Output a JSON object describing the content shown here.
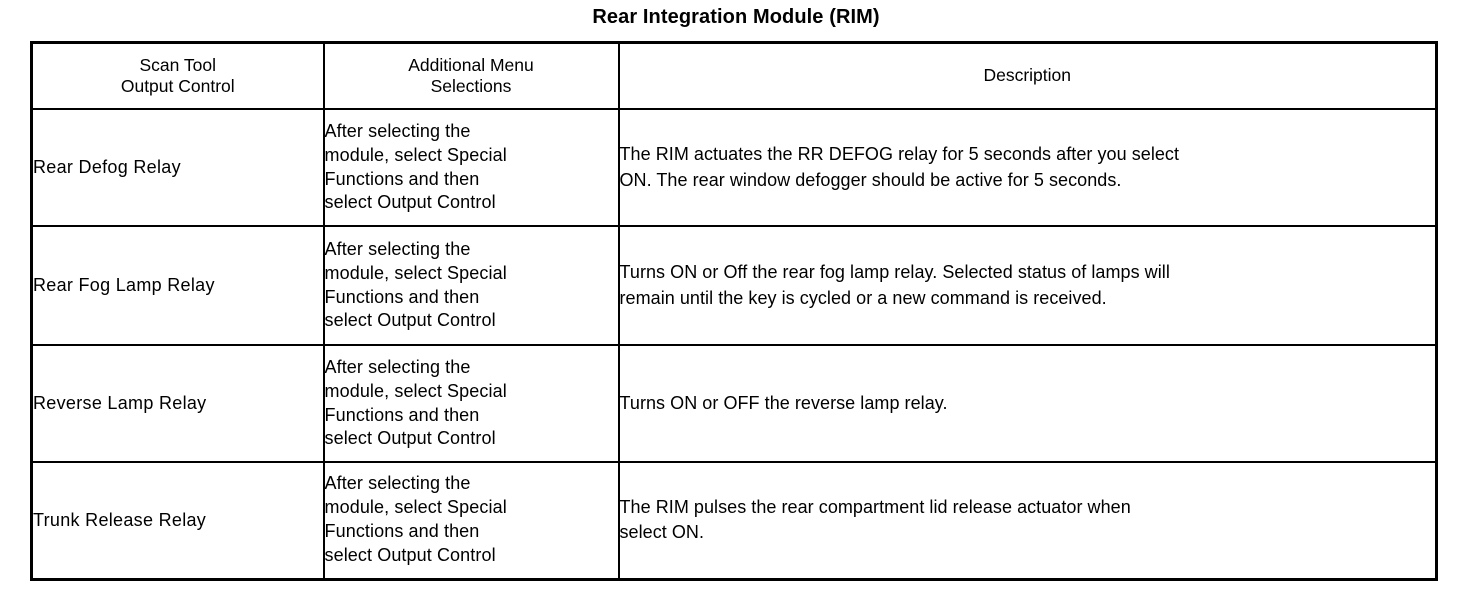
{
  "document": {
    "title": "Rear Integration Module (RIM)"
  },
  "table": {
    "headers": {
      "col1_line1": "Scan Tool",
      "col1_line2": "Output Control",
      "col2_line1": "Additional Menu",
      "col2_line2": "Selections",
      "col3": "Description"
    },
    "menu_selection_lines": {
      "line1": "After selecting the",
      "line2": "module, select Special",
      "line3": "Functions and then",
      "line4": "select Output Control"
    },
    "rows": [
      {
        "control": "Rear Defog Relay",
        "menu_line1": "After selecting the",
        "menu_line2": "module, select Special",
        "menu_line3": "Functions and then",
        "menu_line4": "select Output Control",
        "desc_line1": "The RIM actuates the RR DEFOG relay for 5 seconds after you select",
        "desc_line2": "ON. The rear window defogger should be active for 5 seconds."
      },
      {
        "control": "Rear Fog Lamp Relay",
        "menu_line1": "After selecting the",
        "menu_line2": "module, select Special",
        "menu_line3": "Functions and then",
        "menu_line4": "select Output Control",
        "desc_line1": "Turns ON or Off the rear fog lamp relay. Selected status of lamps will",
        "desc_line2": "remain until the key is cycled or a new command is received."
      },
      {
        "control": "Reverse Lamp Relay",
        "menu_line1": "After selecting the",
        "menu_line2": "module, select Special",
        "menu_line3": "Functions and then",
        "menu_line4": "select Output Control",
        "desc_line1": "Turns ON or OFF the reverse lamp relay.",
        "desc_line2": ""
      },
      {
        "control": "Trunk Release Relay",
        "menu_line1": "After selecting the",
        "menu_line2": "module, select Special",
        "menu_line3": "Functions and then",
        "menu_line4": "select Output Control",
        "desc_line1": "The RIM pulses the rear compartment lid release actuator when",
        "desc_line2": "select ON."
      }
    ]
  }
}
